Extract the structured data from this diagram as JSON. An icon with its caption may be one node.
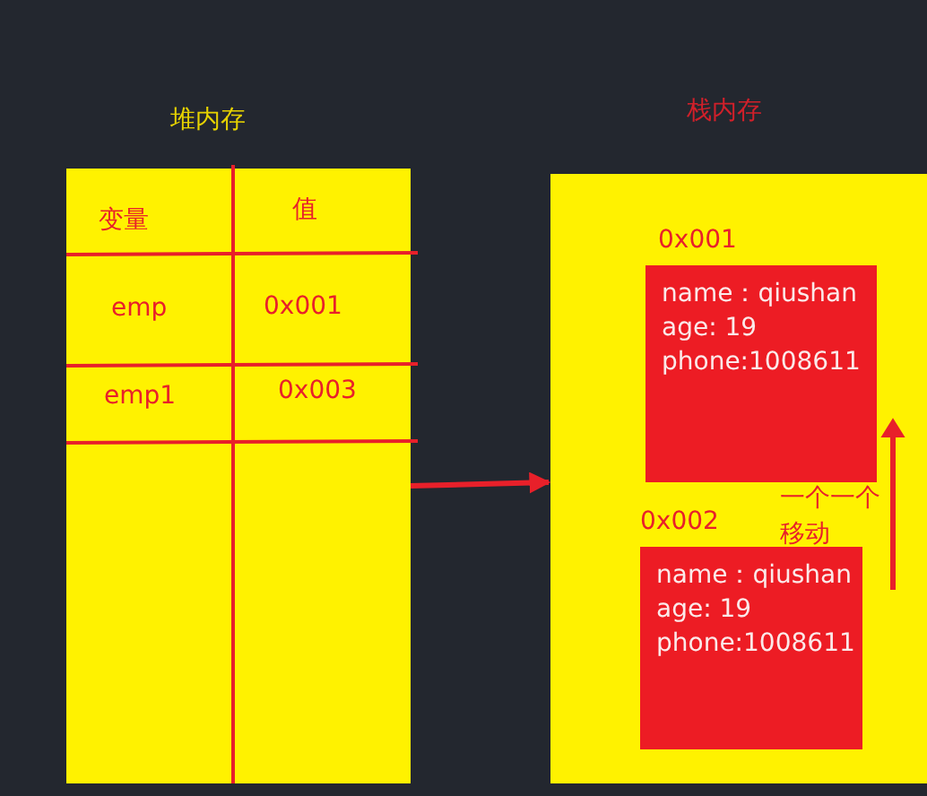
{
  "diagram": {
    "nodes": [
      {
        "text": [
          "堆内存",
          "变量",
          "值",
          "emp",
          "0x001",
          "emp1",
          "0x003"
        ]
      },
      {
        "text": [
          "栈内存"
        ]
      },
      {
        "text": [
          "name：qiushan age: 19 phone:1008611"
        ],
        "beside": [
          "0x001"
        ],
        "in": 1
      },
      {
        "text": [
          "name：qiushan age: 19 phone:1008611"
        ],
        "beside": [
          "0x002"
        ],
        "in": 1
      }
    ],
    "edges": [
      {
        "from": 0,
        "to": 1,
        "arrow": "to"
      }
    ],
    "labels": [
      "一个一个",
      "移动"
    ]
  }
}
